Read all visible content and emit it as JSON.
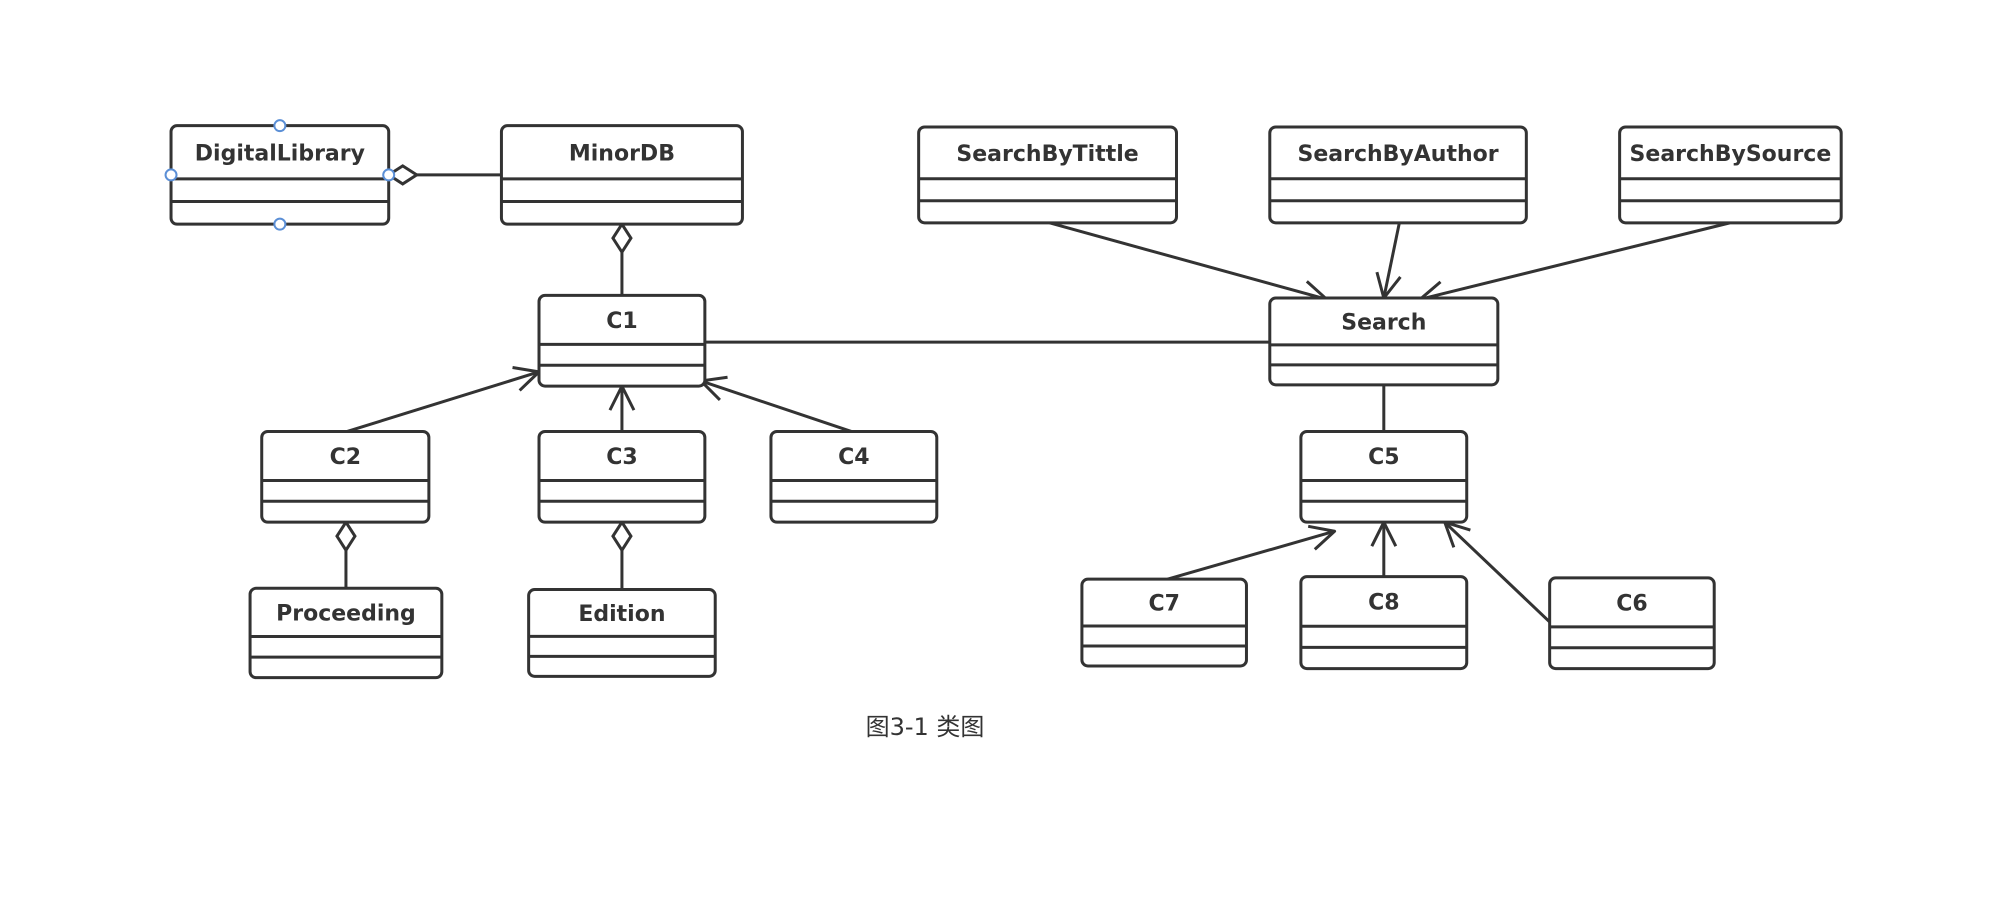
{
  "diagram": {
    "caption": "图3-1 类图",
    "classes": [
      {
        "id": "DigitalLibrary",
        "name": "DigitalLibrary",
        "selected": true
      },
      {
        "id": "MinorDB",
        "name": "MinorDB"
      },
      {
        "id": "C1",
        "name": "C1"
      },
      {
        "id": "C2",
        "name": "C2"
      },
      {
        "id": "C3",
        "name": "C3"
      },
      {
        "id": "C4",
        "name": "C4"
      },
      {
        "id": "Proceeding",
        "name": "Proceeding"
      },
      {
        "id": "Edition",
        "name": "Edition"
      },
      {
        "id": "SearchByTittle",
        "name": "SearchByTittle"
      },
      {
        "id": "SearchByAuthor",
        "name": "SearchByAuthor"
      },
      {
        "id": "SearchBySource",
        "name": "SearchBySource"
      },
      {
        "id": "Search",
        "name": "Search"
      },
      {
        "id": "C5",
        "name": "C5"
      },
      {
        "id": "C7",
        "name": "C7"
      },
      {
        "id": "C8",
        "name": "C8"
      },
      {
        "id": "C6",
        "name": "C6"
      }
    ],
    "relations": [
      {
        "from": "MinorDB",
        "to": "DigitalLibrary",
        "type": "aggregation"
      },
      {
        "from": "C1",
        "to": "MinorDB",
        "type": "aggregation"
      },
      {
        "from": "C2",
        "to": "C1",
        "type": "association-arrow"
      },
      {
        "from": "C3",
        "to": "C1",
        "type": "association-arrow"
      },
      {
        "from": "C4",
        "to": "C1",
        "type": "association-arrow"
      },
      {
        "from": "Proceeding",
        "to": "C2",
        "type": "aggregation"
      },
      {
        "from": "Edition",
        "to": "C3",
        "type": "aggregation"
      },
      {
        "from": "C1",
        "to": "Search",
        "type": "association"
      },
      {
        "from": "SearchByTittle",
        "to": "Search",
        "type": "association-arrow"
      },
      {
        "from": "SearchByAuthor",
        "to": "Search",
        "type": "association-arrow"
      },
      {
        "from": "SearchBySource",
        "to": "Search",
        "type": "association-arrow"
      },
      {
        "from": "Search",
        "to": "C5",
        "type": "association"
      },
      {
        "from": "C7",
        "to": "C5",
        "type": "association-arrow"
      },
      {
        "from": "C8",
        "to": "C5",
        "type": "association-arrow"
      },
      {
        "from": "C6",
        "to": "C5",
        "type": "association-arrow"
      }
    ]
  }
}
